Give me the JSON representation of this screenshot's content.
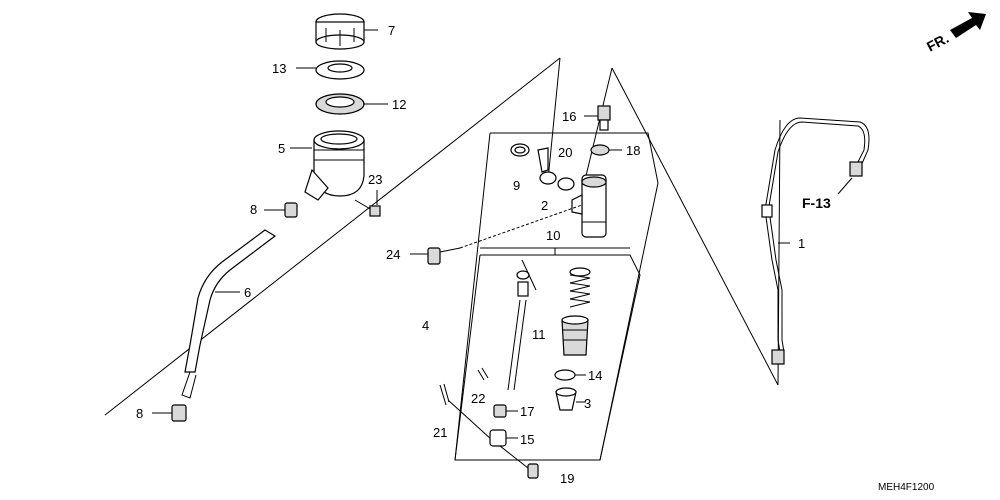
{
  "callouts": {
    "p7": "7",
    "p13": "13",
    "p12": "12",
    "p5": "5",
    "p23": "23",
    "p8a": "8",
    "p6": "6",
    "p8b": "8",
    "p16": "16",
    "p18": "18",
    "p9": "9",
    "p20": "20",
    "p2": "2",
    "p10": "10",
    "p24": "24",
    "p4": "4",
    "p11": "11",
    "p14": "14",
    "p3": "3",
    "p22": "22",
    "p17": "17",
    "p21": "21",
    "p15": "15",
    "p19": "19",
    "p1": "1"
  },
  "direction_label": "FR.",
  "reference_label": "F-13",
  "diagram_code": "MEH4F1200"
}
